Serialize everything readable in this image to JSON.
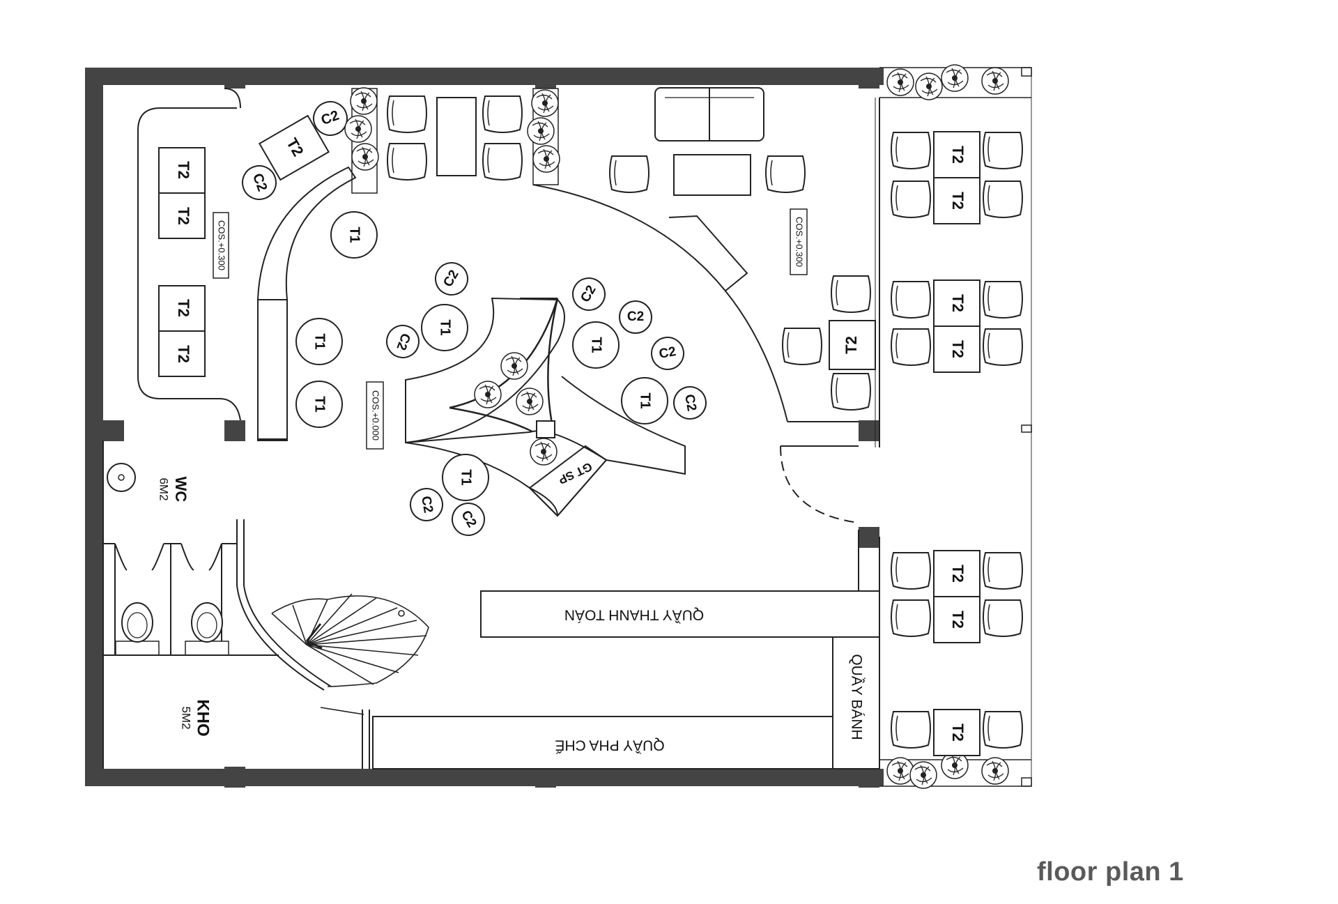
{
  "caption": "floor plan 1",
  "labels": {
    "wc": "WC",
    "wc_area": "6M2",
    "kho": "KHO",
    "kho_area": "5M2",
    "cos_left": "COS.+0.300",
    "cos_center": "COS.+0.000",
    "cos_right": "COS.+0.300",
    "gt_sp": "GT SP",
    "checkout_counter": "QUẦY THANH TOÁN",
    "bar_counter": "QUẦY PHA CHẾ",
    "cake_counter": "QUẦY BÁNH"
  },
  "furniture": {
    "t1": "T1",
    "t2": "T2",
    "c2": "C2"
  },
  "colors": {
    "wall": "#444444",
    "line": "#222222",
    "caption": "#5a5a5a"
  },
  "icons": [
    "plant-icon",
    "toilet-icon",
    "sink-icon",
    "sofa-icon",
    "spiral-stair-icon"
  ]
}
